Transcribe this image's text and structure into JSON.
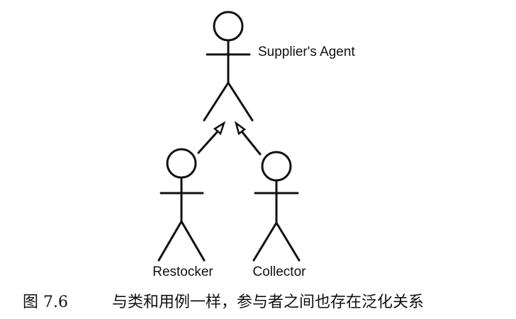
{
  "diagram": {
    "actors": {
      "parent": {
        "label": "Supplier's Agent"
      },
      "left_child": {
        "label": "Restocker"
      },
      "right_child": {
        "label": "Collector"
      }
    },
    "relationships": [
      {
        "type": "generalization",
        "from": "Restocker",
        "to": "Supplier's Agent"
      },
      {
        "type": "generalization",
        "from": "Collector",
        "to": "Supplier's Agent"
      }
    ]
  },
  "caption": {
    "number": "图 7.6",
    "text": "与类和用例一样，参与者之间也存在泛化关系"
  }
}
